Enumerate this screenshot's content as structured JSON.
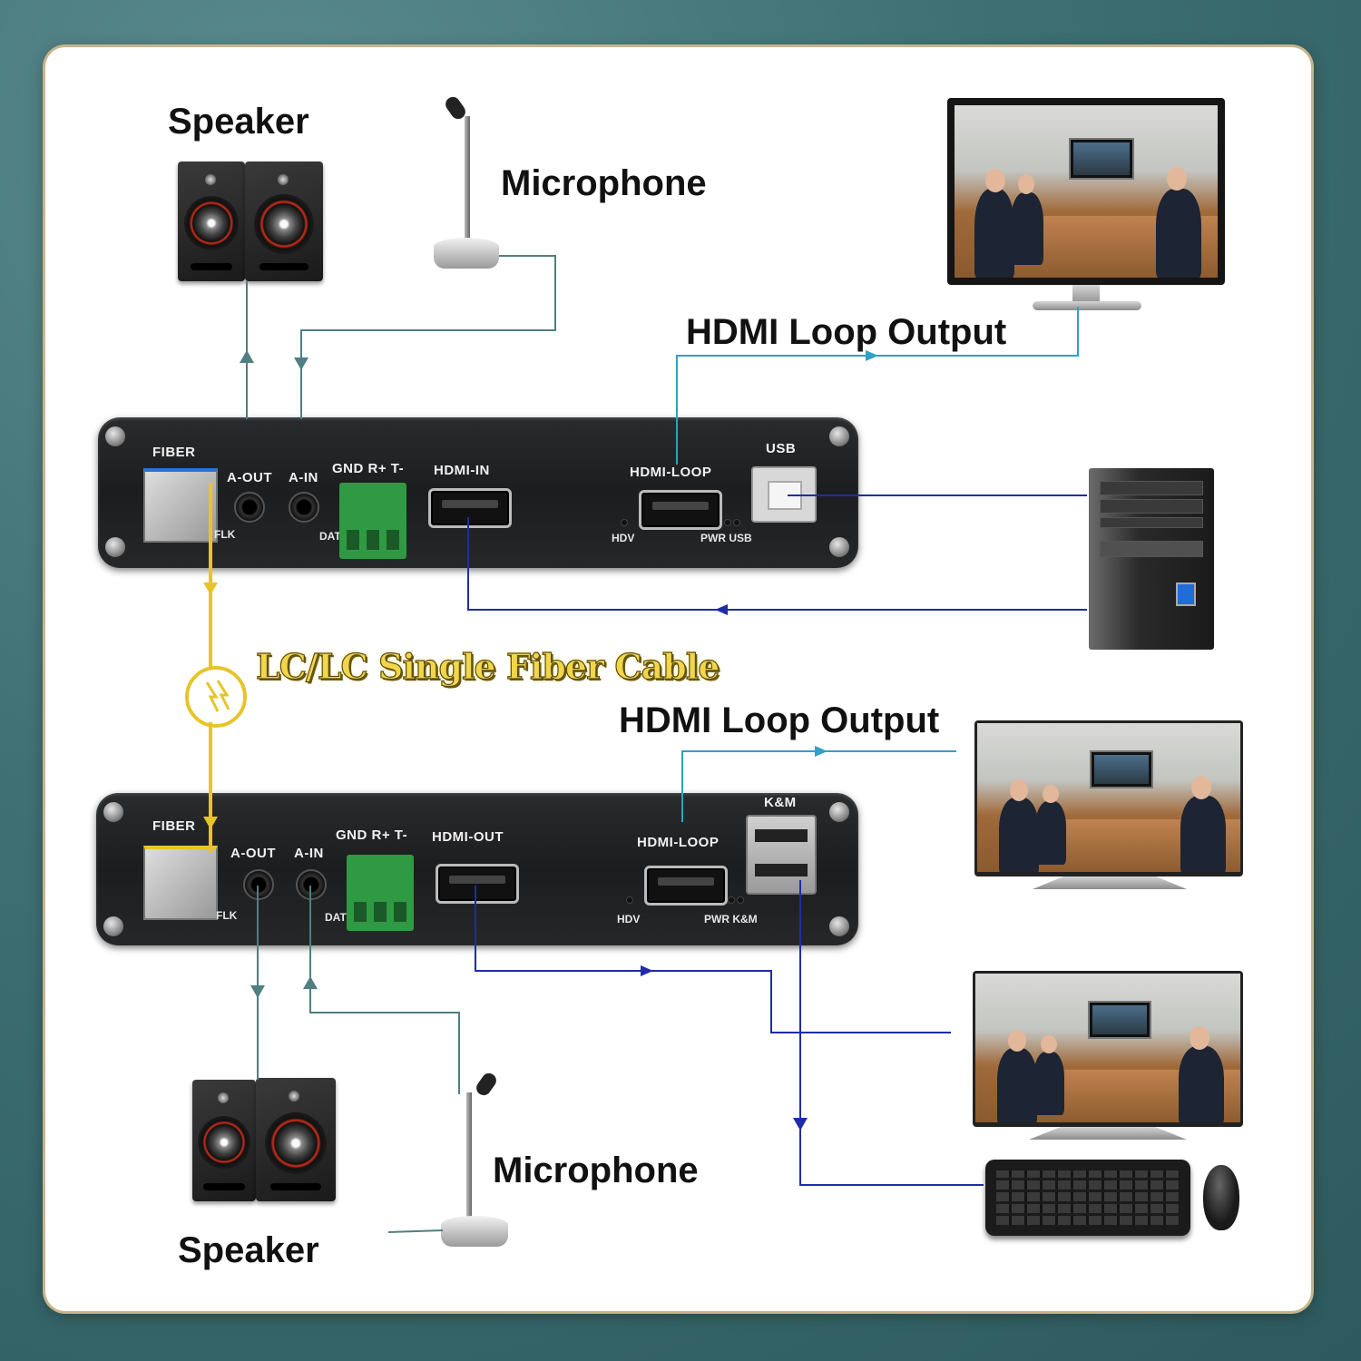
{
  "top": {
    "speaker_label": "Speaker",
    "microphone_label": "Microphone",
    "hdmi_loop_output_label": "HDMI Loop Output",
    "panel": {
      "fiber": "FIBER",
      "a_out": "A-OUT",
      "a_in": "A-IN",
      "terminal": "GND R+ T-",
      "hdmi_port": "HDMI-IN",
      "hdmi_loop": "HDMI-LOOP",
      "usb": "USB",
      "flk": "FLK",
      "dat": "DAT",
      "hdv": "HDV",
      "pwr_right": "PWR USB"
    }
  },
  "fiber_cable_label": "LC/LC Single Fiber Cable",
  "bottom": {
    "speaker_label": "Speaker",
    "microphone_label": "Microphone",
    "hdmi_loop_output_label": "HDMI Loop Output",
    "panel": {
      "fiber": "FIBER",
      "a_out": "A-OUT",
      "a_in": "A-IN",
      "terminal": "GND R+ T-",
      "hdmi_port": "HDMI-OUT",
      "hdmi_loop": "HDMI-LOOP",
      "km": "K&M",
      "flk": "FLK",
      "dat": "DAT",
      "hdv": "HDV",
      "pwr_right": "PWR K&M"
    }
  },
  "colors": {
    "audio_wire": "#4f7f80",
    "hdmi_wire": "#2fa0c8",
    "signal_wire": "#1e2ca8",
    "fiber_cable": "#e6c52a",
    "background": "#3d6f73"
  }
}
